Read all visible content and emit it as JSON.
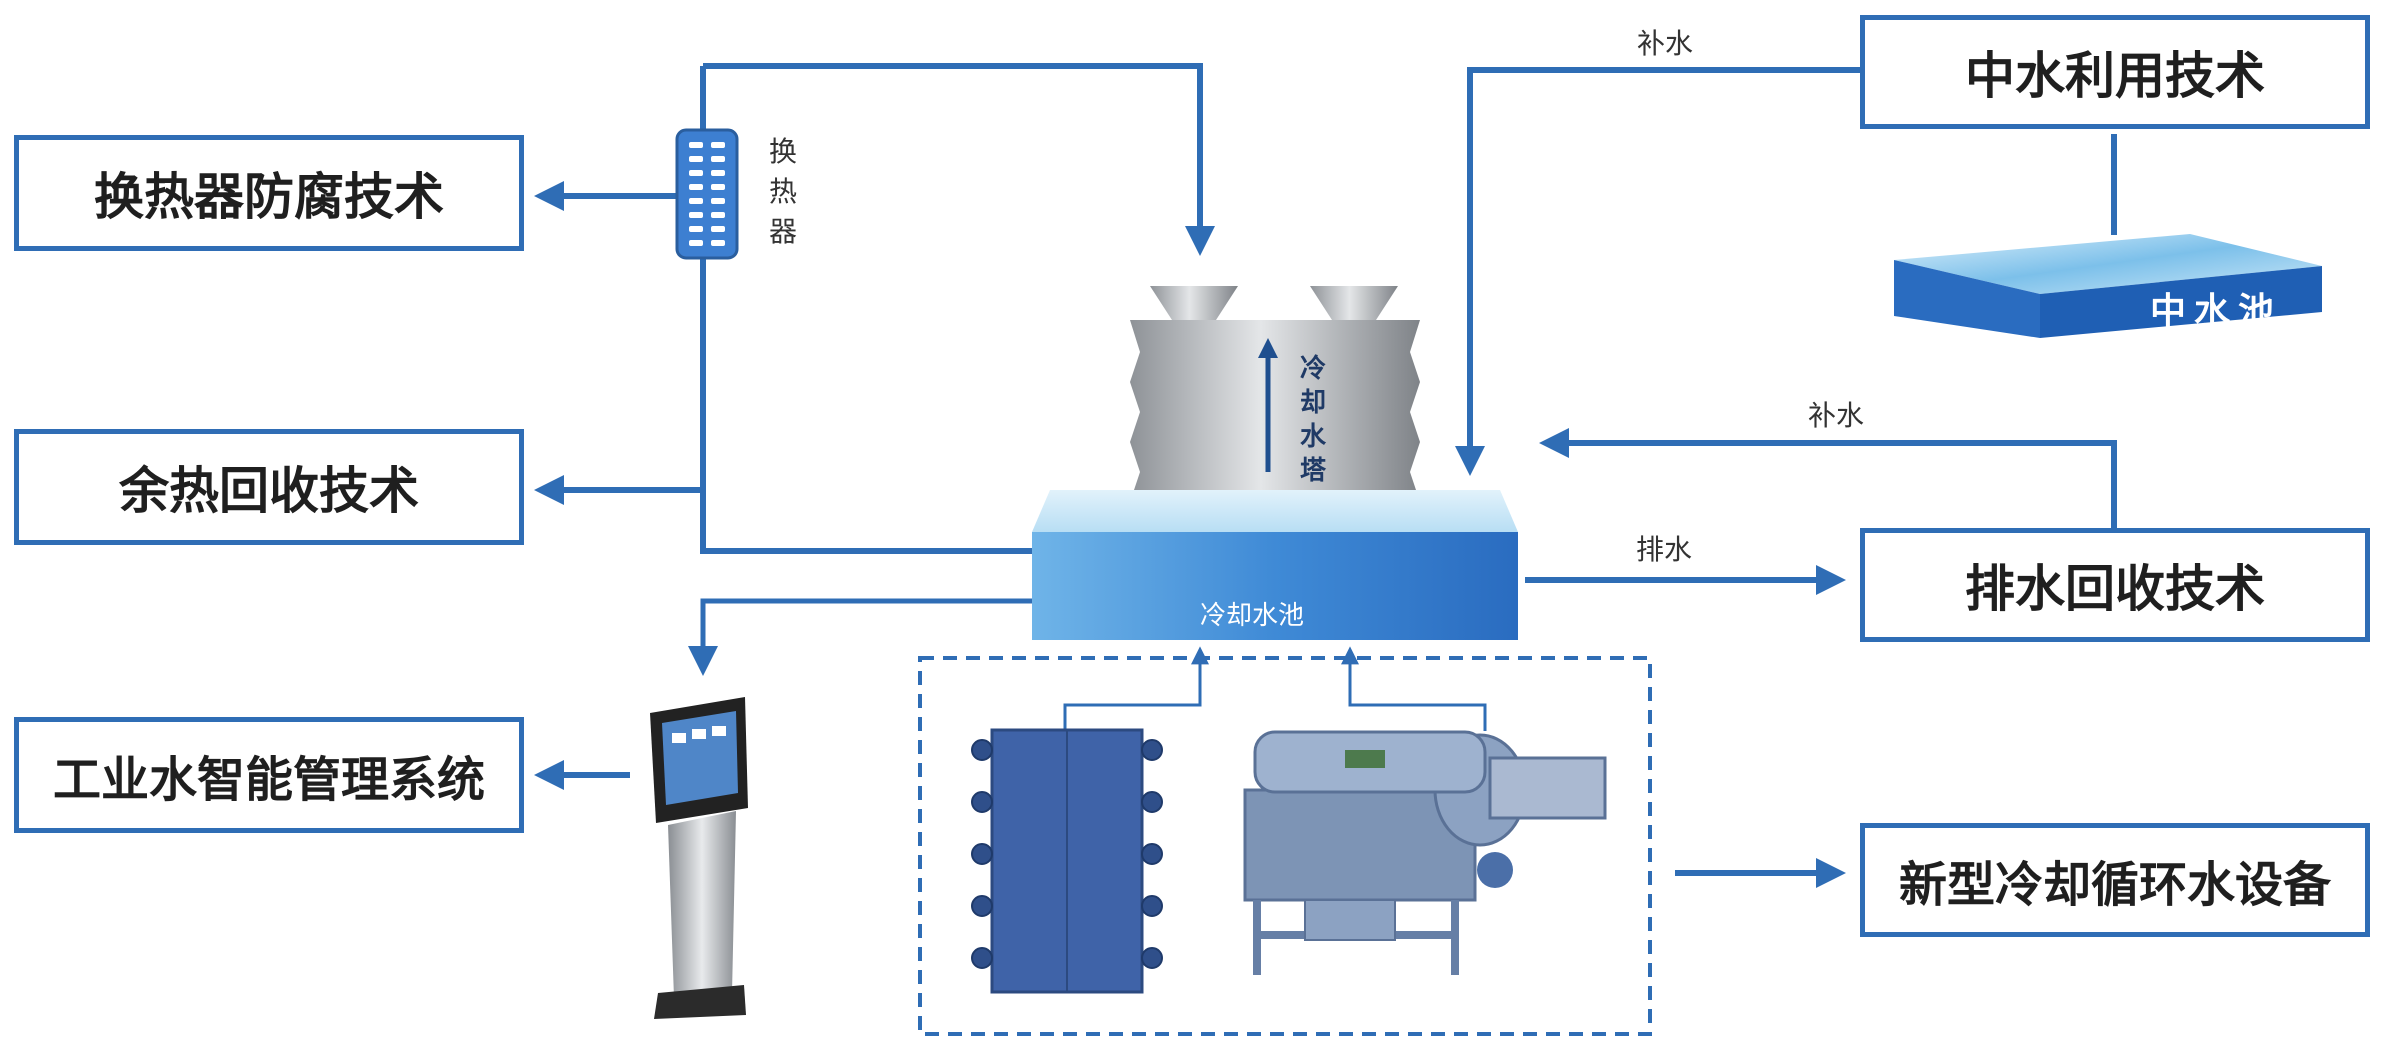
{
  "left_boxes": {
    "heat_exchanger_anticorrosion": "换热器防腐技术",
    "waste_heat_recovery": "余热回收技术",
    "industrial_water_management": "工业水智能管理系统"
  },
  "right_boxes": {
    "reclaimed_water_use": "中水利用技术",
    "drainage_recovery": "排水回收技术",
    "new_cooling_equipment": "新型冷却循环水设备"
  },
  "labels": {
    "heat_exchanger": "换热器",
    "cooling_tower": "冷却水塔",
    "cooling_pool": "冷却水池",
    "reclaimed_pool": "中水池",
    "makeup_water_top": "补水",
    "makeup_water_mid": "补水",
    "drain_water": "排水"
  },
  "colors": {
    "primary_blue": "#2f6db5",
    "pool_blue": "#4a90d9",
    "steel_gray": "#a9adb2",
    "equipment_blue": "#3f63a8"
  }
}
